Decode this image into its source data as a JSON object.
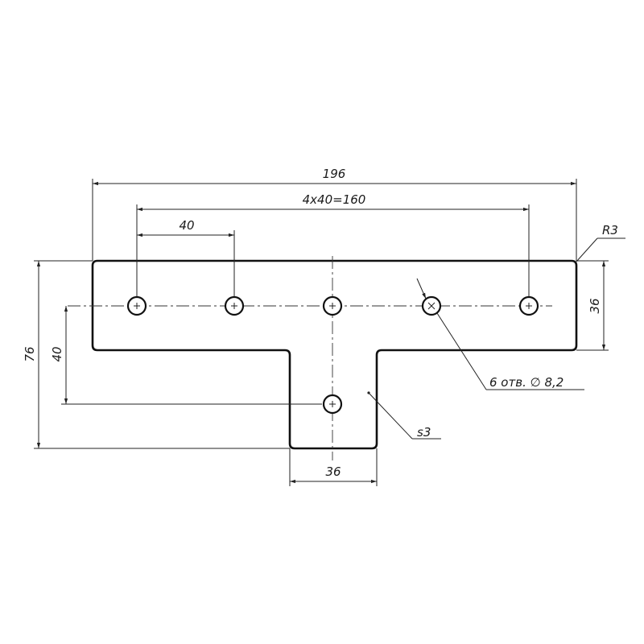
{
  "labels": {
    "overall_width": "196",
    "hole_spacing_total": "4x40=160",
    "hole_pitch": "40",
    "corner_radius": "R3",
    "top_height": "36",
    "overall_height": "76",
    "stem_hole_offset": "40",
    "stem_width": "36",
    "thickness": "s3",
    "holes_note": "6 отв. ∅ 8,2"
  },
  "colors": {
    "line": "#111111",
    "paper": "#ffffff"
  }
}
